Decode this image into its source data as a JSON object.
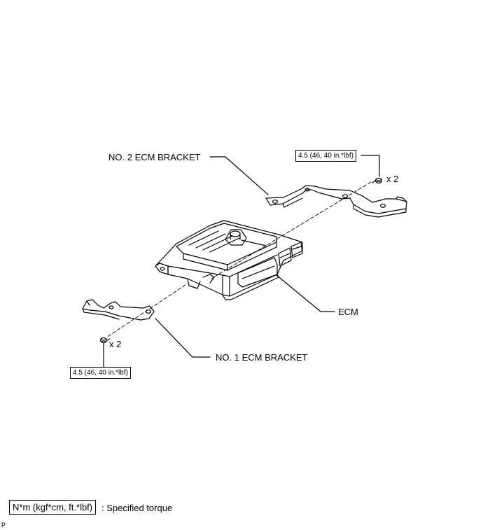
{
  "labels": {
    "bracket2": "NO. 2 ECM BRACKET",
    "bracket1": "NO. 1 ECM BRACKET",
    "ecm": "ECM"
  },
  "torque": {
    "upper": "4.5 (46, 40 in.*lbf)",
    "lower": "4.5 (46, 40 in.*lbf)"
  },
  "quantity": {
    "upper": "x 2",
    "lower": "x 2"
  },
  "legend": {
    "box": "N*m (kgf*cm, ft.*lbf)",
    "text": ": Specified torque"
  },
  "page_mark": "P"
}
